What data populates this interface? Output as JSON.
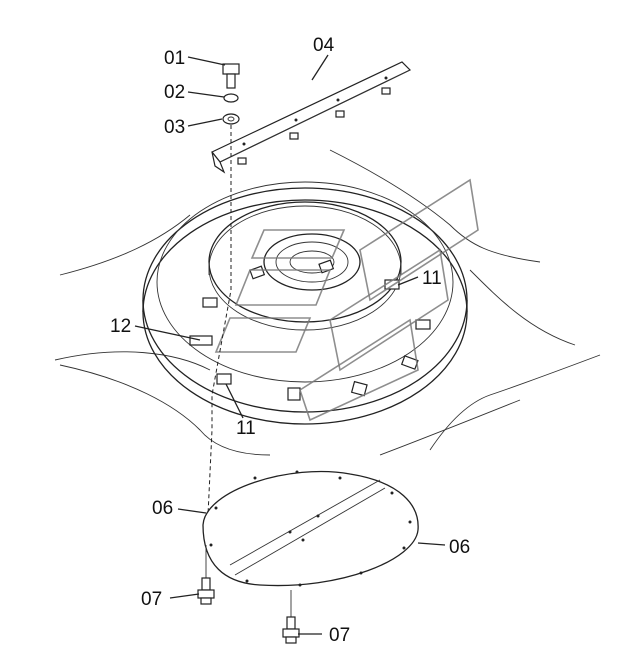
{
  "callouts": [
    {
      "id": "01"
    },
    {
      "id": "02"
    },
    {
      "id": "03"
    },
    {
      "id": "04"
    },
    {
      "id": "06"
    },
    {
      "id": "06"
    },
    {
      "id": "07"
    },
    {
      "id": "07"
    },
    {
      "id": "11"
    },
    {
      "id": "11"
    },
    {
      "id": "12"
    }
  ]
}
